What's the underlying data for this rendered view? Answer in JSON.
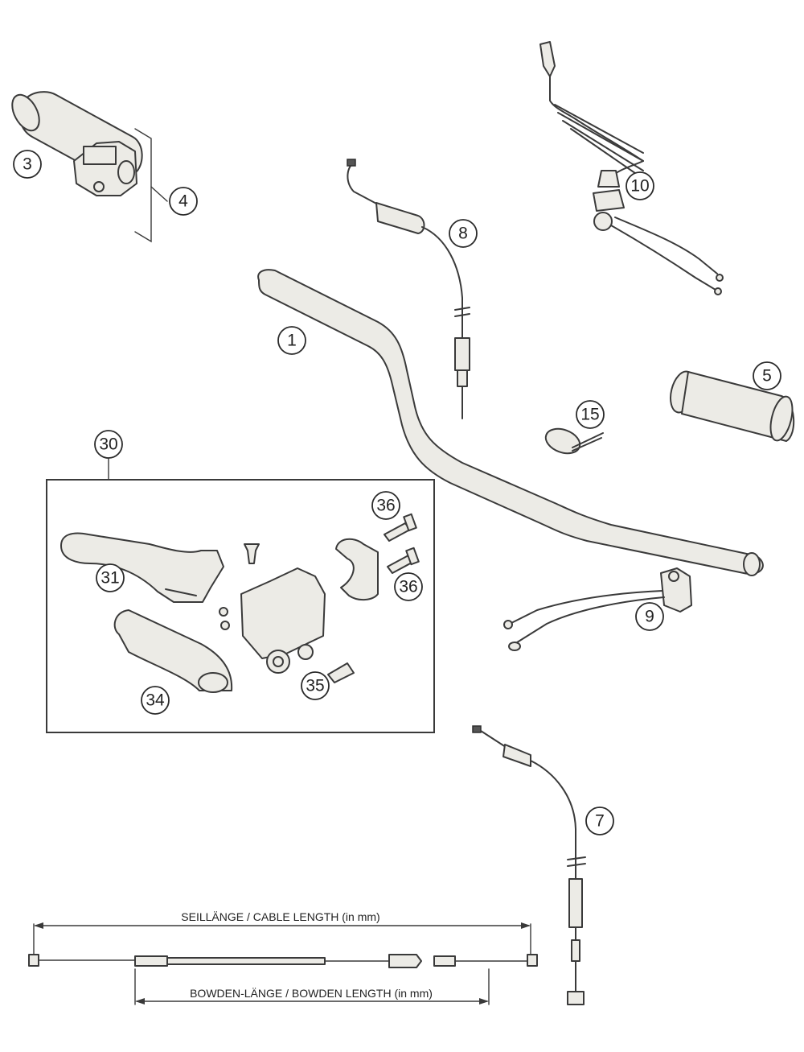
{
  "callouts": {
    "c1": "1",
    "c3": "3",
    "c4": "4",
    "c5": "5",
    "c7": "7",
    "c8": "8",
    "c9": "9",
    "c10": "10",
    "c15": "15",
    "c30": "30",
    "c31": "31",
    "c34": "34",
    "c35": "35",
    "c36a": "36",
    "c36b": "36"
  },
  "dimensions": {
    "cable_length": "SEILLÄNGE / CABLE LENGTH (in mm)",
    "bowden_length": "BOWDEN-LÄNGE / BOWDEN LENGTH (in mm)"
  },
  "colors": {
    "line": "#3a3a3a",
    "part_fill": "#ecebe6",
    "background": "#ffffff"
  }
}
